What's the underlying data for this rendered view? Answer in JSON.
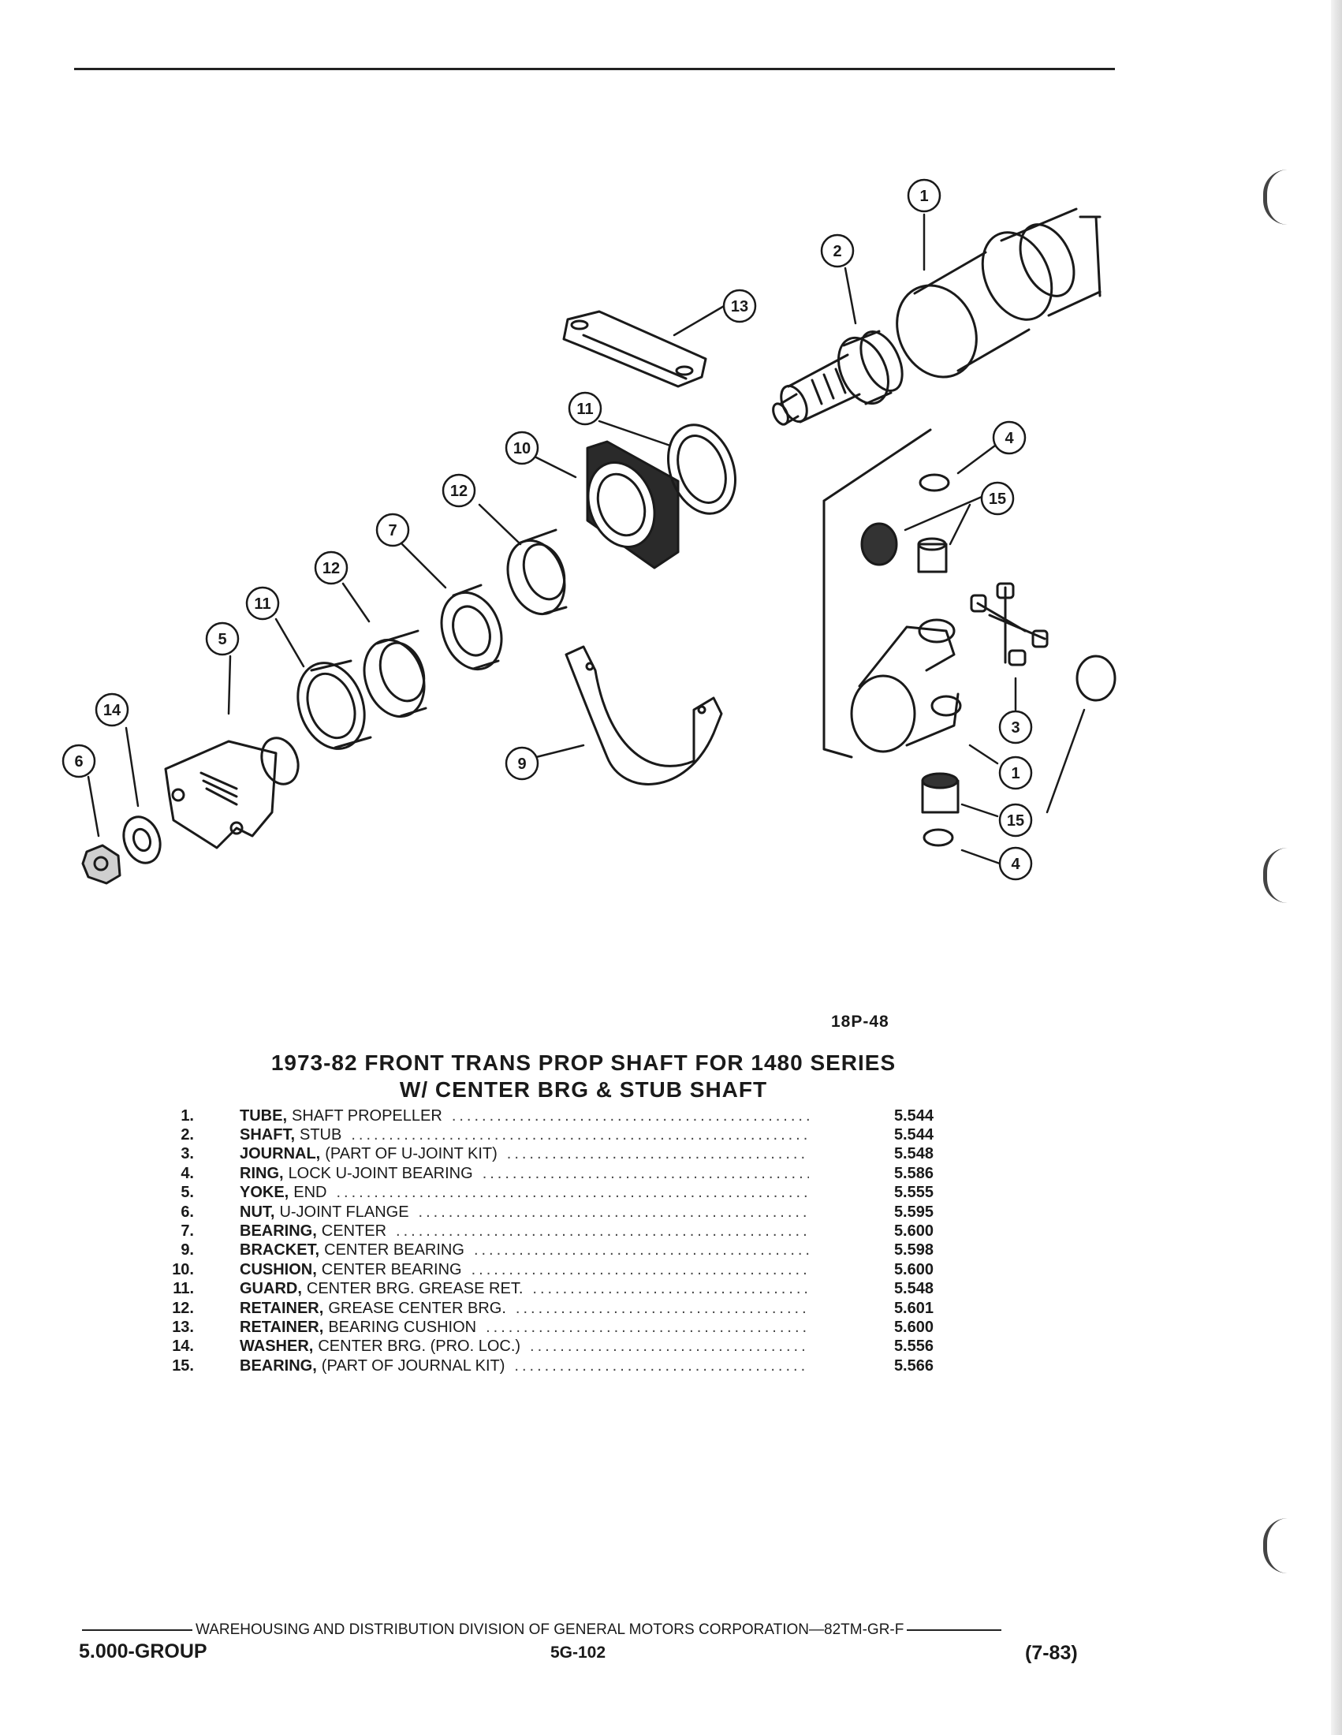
{
  "figure_code": "18P-48",
  "title_line1": "1973-82 FRONT TRANS PROP SHAFT FOR 1480 SERIES",
  "title_line2": "W/ CENTER BRG & STUB SHAFT",
  "callouts": [
    "1",
    "2",
    "13",
    "11",
    "10",
    "12",
    "7",
    "12",
    "11",
    "5",
    "14",
    "6",
    "9",
    "4",
    "15",
    "3",
    "1",
    "15",
    "4"
  ],
  "parts": [
    {
      "num": "1.",
      "name": "TUBE,",
      "desc": "SHAFT PROPELLER",
      "code": "5.544"
    },
    {
      "num": "2.",
      "name": "SHAFT,",
      "desc": "STUB",
      "code": "5.544"
    },
    {
      "num": "3.",
      "name": "JOURNAL,",
      "desc": "(PART OF U-JOINT KIT)",
      "code": "5.548"
    },
    {
      "num": "4.",
      "name": "RING,",
      "desc": "LOCK U-JOINT BEARING",
      "code": "5.586"
    },
    {
      "num": "5.",
      "name": "YOKE,",
      "desc": "END",
      "code": "5.555"
    },
    {
      "num": "6.",
      "name": "NUT,",
      "desc": "U-JOINT FLANGE",
      "code": "5.595"
    },
    {
      "num": "7.",
      "name": "BEARING,",
      "desc": "CENTER",
      "code": "5.600"
    },
    {
      "num": "9.",
      "name": "BRACKET,",
      "desc": "CENTER BEARING",
      "code": "5.598"
    },
    {
      "num": "10.",
      "name": "CUSHION,",
      "desc": "CENTER BEARING",
      "code": "5.600"
    },
    {
      "num": "11.",
      "name": "GUARD,",
      "desc": "CENTER BRG. GREASE RET.",
      "code": "5.548"
    },
    {
      "num": "12.",
      "name": "RETAINER,",
      "desc": "GREASE CENTER BRG.",
      "code": "5.601"
    },
    {
      "num": "13.",
      "name": "RETAINER,",
      "desc": "BEARING CUSHION",
      "code": "5.600"
    },
    {
      "num": "14.",
      "name": "WASHER,",
      "desc": "CENTER BRG. (PRO. LOC.)",
      "code": "5.556"
    },
    {
      "num": "15.",
      "name": "BEARING,",
      "desc": "(PART OF JOURNAL KIT)",
      "code": "5.566"
    }
  ],
  "footer": {
    "text": "WAREHOUSING AND DISTRIBUTION  DIVISION OF GENERAL MOTORS CORPORATION—82TM-GR-F",
    "group": "5.000-GROUP",
    "page": "5G-102",
    "date": "(7-83)"
  }
}
